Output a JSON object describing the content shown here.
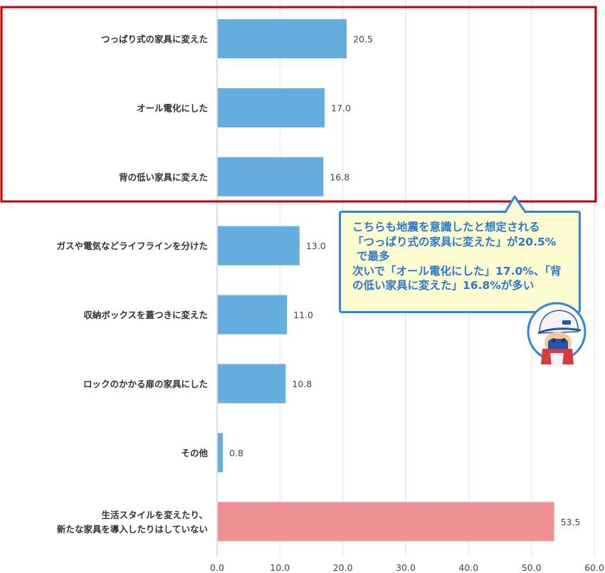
{
  "chart_data": {
    "type": "bar",
    "orientation": "horizontal",
    "categories": [
      [
        "つっぱり式の家具に変えた"
      ],
      [
        "オール電化にした"
      ],
      [
        "背の低い家具に変えた"
      ],
      [
        "ガスや電気などライフラインを分けた"
      ],
      [
        "収納ボックスを蓋つきに変えた"
      ],
      [
        "ロックのかかる扉の家具にした"
      ],
      [
        "その他"
      ],
      [
        "生活スタイルを変えたり、",
        "新たな家具を導入したりはしていない"
      ]
    ],
    "values": [
      20.5,
      17.0,
      16.8,
      13.0,
      11.0,
      10.8,
      0.8,
      53.5
    ],
    "value_labels": [
      "20.5",
      "17.0",
      "16.8",
      "13.0",
      "11.0",
      "10.8",
      "0.8",
      "53.5"
    ],
    "xlim": [
      0,
      60
    ],
    "ticks": [
      "0.0",
      "10.0",
      "20.0",
      "30.0",
      "40.0",
      "50.0",
      "60.0"
    ],
    "grid": true,
    "colors": {
      "bar": "#65aedf",
      "highlight_bar": "#ef9190",
      "highlight_box": "#c00000",
      "grid": "#e2e2e2"
    },
    "highlighted_categories": [
      0,
      1,
      2
    ]
  },
  "callout": {
    "lines": [
      "こちらも地震を意識したと想定される",
      "「つっぱり式の家具に変えた」が20.5%",
      "で最多",
      "次いで「オール電化にした」17.0%、「背",
      "の低い家具に変えた」16.8%が多い"
    ],
    "colors": {
      "background": "#fdfcd0",
      "border": "#2e86d6",
      "text": "#2a78cf"
    }
  },
  "mascot": {
    "icon": "mascot-avatar-icon"
  }
}
